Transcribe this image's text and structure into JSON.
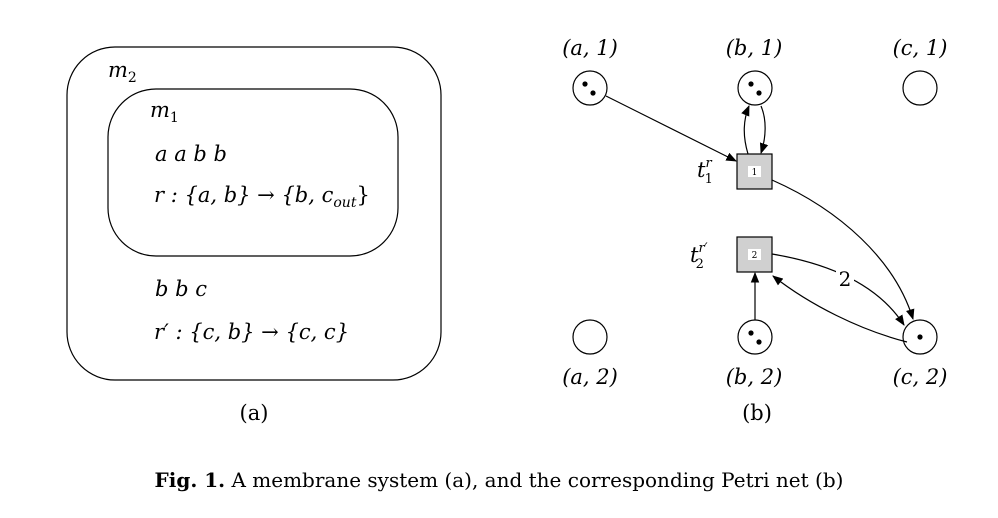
{
  "panel_a": {
    "outer_membrane": "m",
    "outer_membrane_sub": "2",
    "inner_membrane": "m",
    "inner_membrane_sub": "1",
    "inner_objects": "a a b b",
    "inner_rule": "r :  {a, b} → {b, c",
    "inner_rule_sub": "out",
    "inner_rule_end": "}",
    "outer_objects": "b b c",
    "outer_rule": "r′ :  {c, b} → {c, c}",
    "label": "(a)"
  },
  "panel_b": {
    "places": {
      "a1": "(a, 1)",
      "b1": "(b, 1)",
      "c1": "(c, 1)",
      "a2": "(a, 2)",
      "b2": "(b, 2)",
      "c2": "(c, 2)"
    },
    "transitions": {
      "t1": {
        "base": "t",
        "sub": "1",
        "sup": "r",
        "box": "1"
      },
      "t2": {
        "base": "t",
        "sub": "2",
        "sup": "r′",
        "box": "2"
      }
    },
    "arc_weight": "2",
    "label": "(b)"
  },
  "caption": {
    "bold": "Fig. 1.",
    "text": " A membrane system (a), and the corresponding Petri net (b)"
  },
  "colors": {
    "transition_fill": "#d0d0d0",
    "ink": "#000000"
  }
}
